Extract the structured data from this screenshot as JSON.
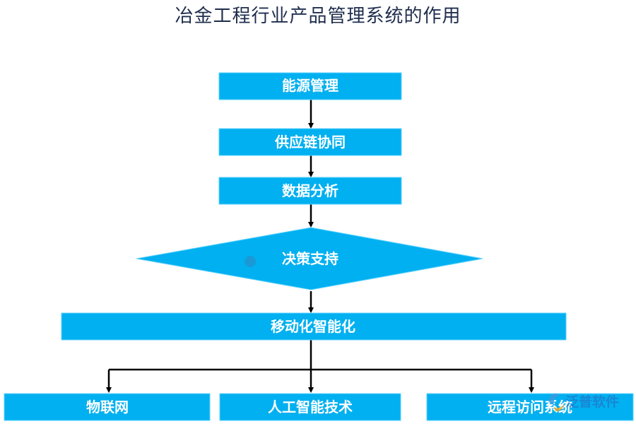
{
  "title": "冶金工程行业产品管理系统的作用",
  "colors": {
    "node_fill": "#00b0f0",
    "node_border": "#5fd2ff",
    "arrow": "#000000",
    "watermark": "#1e7fd0"
  },
  "nodes": {
    "energy": "能源管理",
    "supply_chain": "供应链协同",
    "data_analysis": "数据分析",
    "decision_support": "决策支持",
    "mobile_intelligence": "移动化智能化",
    "iot": "物联网",
    "ai": "人工智能技术",
    "remote_access": "远程访问系统"
  },
  "watermark": {
    "brand": "泛普软件",
    "icon": "fanpu-logo-icon"
  }
}
